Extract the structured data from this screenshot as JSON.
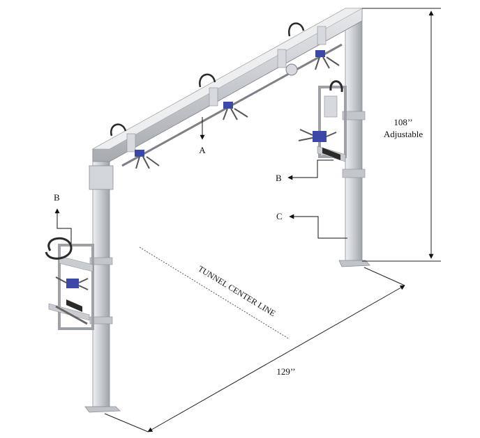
{
  "labels": {
    "height_value": "108’’",
    "height_note": "Adjustable",
    "width_value": "129’’",
    "centerline": "TUNNEL CENTER LINE",
    "callout_a": "A",
    "callout_b_left": "B",
    "callout_b_right": "B",
    "callout_c": "C"
  },
  "colors": {
    "steel": "#c9ccd1",
    "steel_dark": "#9ea2a8",
    "steel_light": "#e3e5e8",
    "hose": "#2a2a2a",
    "valve_blue": "#3b48a8",
    "dimension_line": "#222222"
  }
}
